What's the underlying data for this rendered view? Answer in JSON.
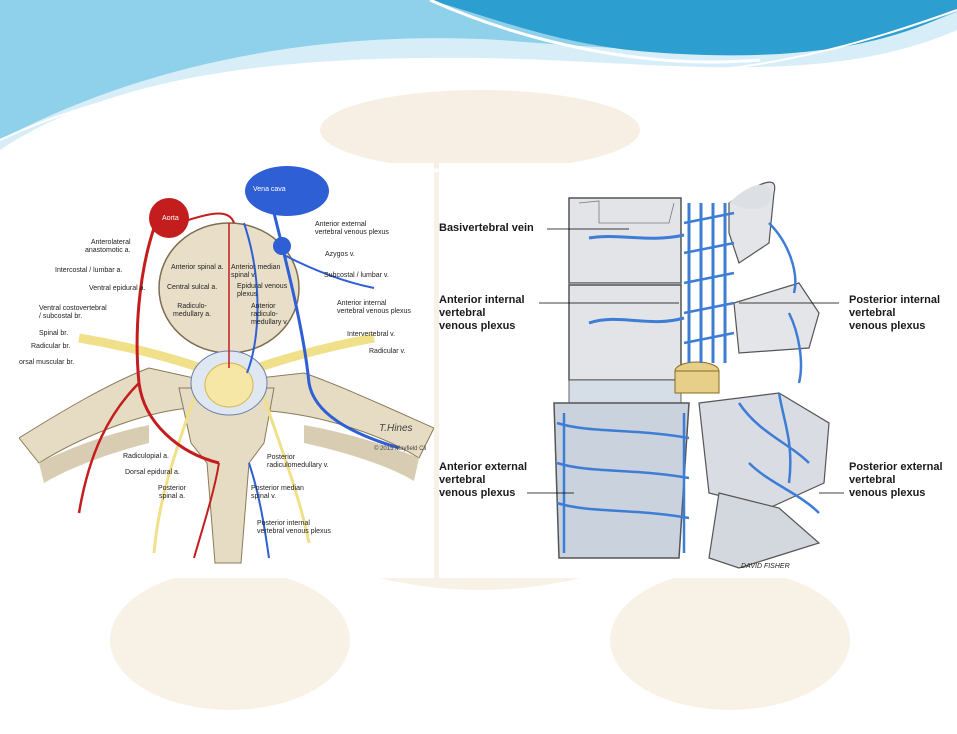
{
  "slide": {
    "colors": {
      "wave_dark": "#1f98c9",
      "wave_mid": "#4fb3dc",
      "wave_light": "#bfe3f2",
      "watermark": "#f7efe2",
      "vein_blue": "#2f5fd4",
      "artery_red": "#c41d1d",
      "nerve_yellow": "#f1e08a",
      "bone": "#e6dcc4"
    }
  },
  "left_diagram": {
    "vessel_labels": {
      "vena_cava": "Vena cava",
      "aorta": "Aorta"
    },
    "labels_left": [
      "Anterolateral\nanastomotic a.",
      "Intercostal / lumbar a.",
      "Ventral epidural a.",
      "Ventral costovertebral\n/ subcostal br.",
      "Spinal br.",
      "Radicular br.",
      "orsal muscular br."
    ],
    "labels_right": [
      "Anterior external\nvertebral venous plexus",
      "Azygos v.",
      "Subcostal / lumbar v.",
      "Anterior internal\nvertebral venous plexus",
      "Intervertebral v.",
      "Radicular v."
    ],
    "labels_center": [
      "Anterior spinal a.",
      "Anterior median\nspinal v.",
      "Central sulcal a.",
      "Epidural venous\nplexus",
      "Radiculo-\nmedullary a.",
      "Anterior\nradiculo-\nmedullary v."
    ],
    "labels_bottom": [
      "Radiculopial a.",
      "Dorsal epidural a.",
      "Posterior\nspinal a.",
      "Posterior\nradiculomedullary v.",
      "Posterior median\nspinal v.",
      "Posterior internal\nvertebral venous plexus"
    ],
    "signature": "T.Hines",
    "copyright": "© 2015 Mayfield Cli"
  },
  "right_diagram": {
    "labels": {
      "basivertebral": "Basivertebral vein",
      "anterior_internal": "Anterior internal\nvertebral\nvenous plexus",
      "posterior_internal": "Posterior internal\nvertebral\nvenous plexus",
      "anterior_external": "Anterior external\nvertebral\nvenous plexus",
      "posterior_external": "Posterior external\nvertebral\nvenous plexus"
    },
    "signature": "DAVID FISHER"
  }
}
